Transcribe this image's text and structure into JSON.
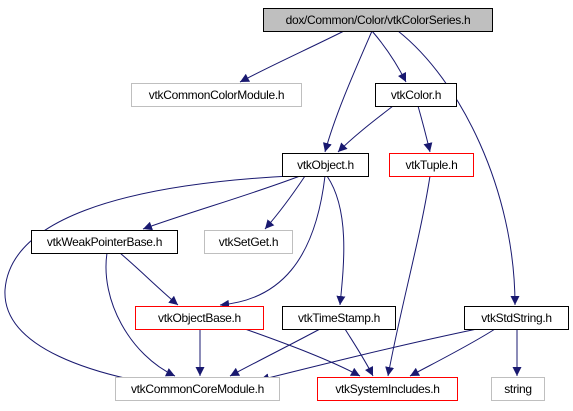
{
  "colors": {
    "edge": "#191970",
    "node_default_border": "#000000",
    "node_external_border": "#bfbfbf",
    "node_incomplete_border": "#ff0000",
    "root_fill": "#bfbfbf",
    "node_fill": "#ffffff"
  },
  "nodes": [
    {
      "id": "root",
      "label": "dox/Common/Color/vtkColorSeries.h",
      "style": "root"
    },
    {
      "id": "module",
      "label": "vtkCommonColorModule.h",
      "style": "external"
    },
    {
      "id": "color",
      "label": "vtkColor.h",
      "style": "default"
    },
    {
      "id": "object",
      "label": "vtkObject.h",
      "style": "default"
    },
    {
      "id": "tuple",
      "label": "vtkTuple.h",
      "style": "incomplete"
    },
    {
      "id": "weakptr",
      "label": "vtkWeakPointerBase.h",
      "style": "default"
    },
    {
      "id": "setget",
      "label": "vtkSetGet.h",
      "style": "external"
    },
    {
      "id": "objbase",
      "label": "vtkObjectBase.h",
      "style": "incomplete"
    },
    {
      "id": "timestamp",
      "label": "vtkTimeStamp.h",
      "style": "default"
    },
    {
      "id": "stdstring",
      "label": "vtkStdString.h",
      "style": "default"
    },
    {
      "id": "coremodule",
      "label": "vtkCommonCoreModule.h",
      "style": "external"
    },
    {
      "id": "sysincludes",
      "label": "vtkSystemIncludes.h",
      "style": "incomplete"
    },
    {
      "id": "string",
      "label": "string",
      "style": "external"
    }
  ],
  "edges": [
    {
      "from": "root",
      "to": "module"
    },
    {
      "from": "root",
      "to": "color"
    },
    {
      "from": "root",
      "to": "object"
    },
    {
      "from": "root",
      "to": "stdstring"
    },
    {
      "from": "color",
      "to": "object"
    },
    {
      "from": "color",
      "to": "tuple"
    },
    {
      "from": "object",
      "to": "weakptr"
    },
    {
      "from": "object",
      "to": "setget"
    },
    {
      "from": "object",
      "to": "objbase"
    },
    {
      "from": "object",
      "to": "timestamp"
    },
    {
      "from": "object",
      "to": "coremodule"
    },
    {
      "from": "tuple",
      "to": "sysincludes"
    },
    {
      "from": "weakptr",
      "to": "objbase"
    },
    {
      "from": "weakptr",
      "to": "coremodule"
    },
    {
      "from": "objbase",
      "to": "coremodule"
    },
    {
      "from": "objbase",
      "to": "sysincludes"
    },
    {
      "from": "timestamp",
      "to": "coremodule"
    },
    {
      "from": "timestamp",
      "to": "sysincludes"
    },
    {
      "from": "stdstring",
      "to": "coremodule"
    },
    {
      "from": "stdstring",
      "to": "sysincludes"
    },
    {
      "from": "stdstring",
      "to": "string"
    }
  ]
}
